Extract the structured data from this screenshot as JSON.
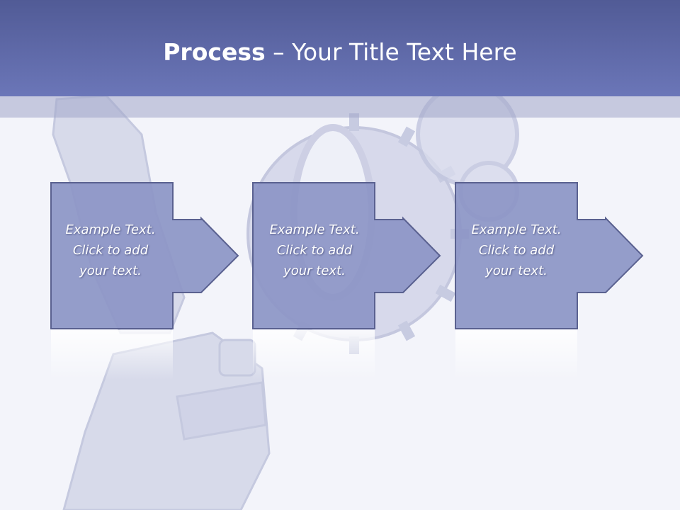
{
  "slide": {
    "title_bold": "Process",
    "title_rest": " – Your Title Text Here"
  },
  "steps": [
    {
      "label": "Example Text.\nClick  to add\nyour text."
    },
    {
      "label": "Example Text.\nClick  to add\nyour text."
    },
    {
      "label": "Example Text.\nClick  to add\nyour text."
    }
  ],
  "colors": {
    "header_top": "#515b96",
    "header_bottom": "#6b76b8",
    "box_fill": "#8c95c6",
    "box_stroke": "#5a6190"
  }
}
